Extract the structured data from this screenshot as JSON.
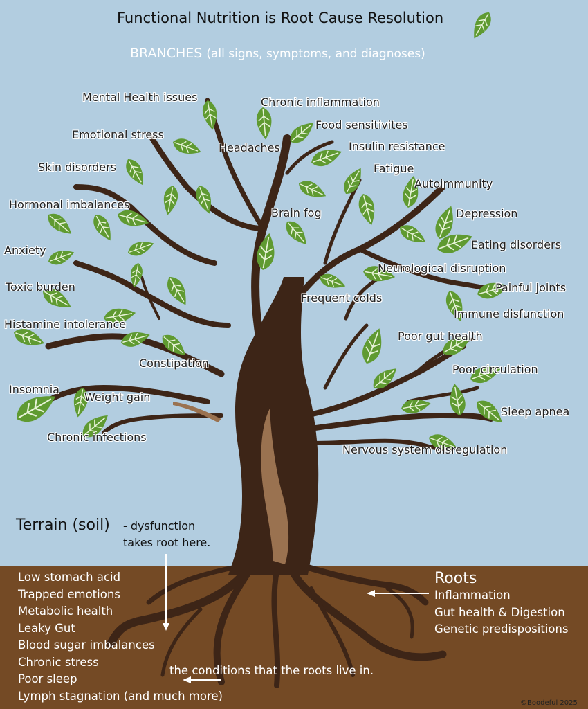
{
  "title": "Functional Nutrition is Root Cause Resolution",
  "branches_heading": "BRANCHES",
  "branches_sub": "(all signs, symptoms, and diagnoses)",
  "branch_labels": [
    "Mental Health issues",
    "Emotional stress",
    "Skin disorders",
    "Hormonal imbalances",
    "Anxiety",
    "Toxic burden",
    "Histamine intolerance",
    "Insomnia",
    "Weight gain",
    "Chronic infections",
    "Constipation",
    "Headaches",
    "Chronic inflammation",
    "Food sensitivites",
    "Insulin resistance",
    "Fatigue",
    "Autoimmunity",
    "Brain fog",
    "Depression",
    "Eating disorders",
    "Neurological disruption",
    "Painful joints",
    "Frequent colds",
    "Immune disfunction",
    "Poor gut health",
    "Poor circulation",
    "Sleep apnea",
    "Nervous system disregulation"
  ],
  "terrain": {
    "heading": "Terrain (soil)",
    "subtitle": "- dysfunction takes root here.",
    "items": [
      "Low stomach acid",
      "Trapped emotions",
      "Metabolic health",
      "Leaky Gut",
      "Blood sugar imbalances",
      "Chronic stress",
      "Poor sleep",
      "Lymph stagnation (and much more)"
    ],
    "conditions_note": "the conditions that the roots live in."
  },
  "roots": {
    "heading": "Roots",
    "items": [
      "Inflammation",
      "Gut health & Digestion",
      "Genetic predispositions"
    ]
  },
  "copyright": "©Boodeful 2025",
  "colors": {
    "sky": "#b2cde0",
    "soil": "#744a25",
    "trunk": "#3d2517",
    "trunk_highlight": "#9a7250",
    "leaf": "#5f9a31",
    "leaf_vein": "#e6f2d6"
  },
  "icons": [
    "leaf-icon",
    "arrow-down-icon",
    "arrow-left-icon"
  ]
}
